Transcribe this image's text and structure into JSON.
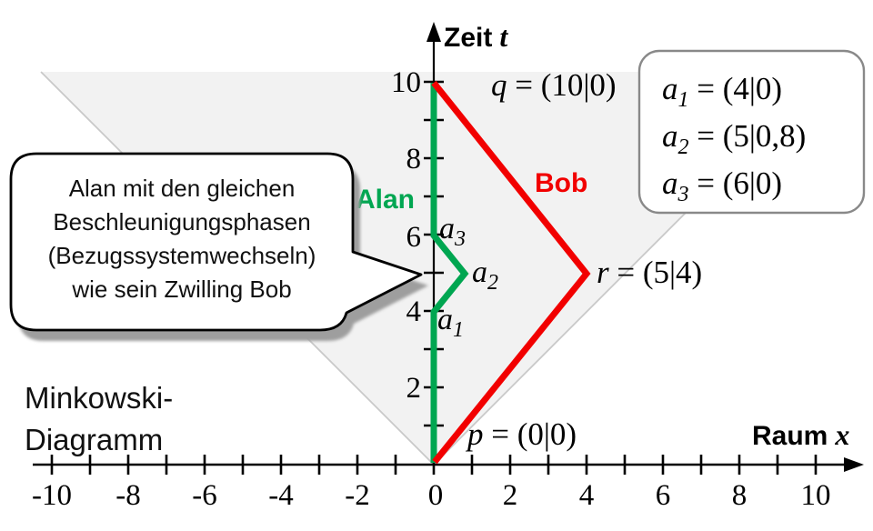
{
  "colors": {
    "alan_green": "#00A651",
    "bob_red": "#F20000",
    "cone_fill": "#F2F2F2",
    "cone_edge": "#C9C9C9",
    "bubble_shadow": "#9E9E9E",
    "box_border": "#898989"
  },
  "axes": {
    "x": {
      "title": "Raum",
      "title_var": "x",
      "tick_labels": [
        "-10",
        "-8",
        "-6",
        "-4",
        "-2",
        "0",
        "2",
        "4",
        "6",
        "8",
        "10"
      ]
    },
    "y": {
      "title": "Zeit",
      "title_var": "t",
      "tick_labels": [
        "2",
        "4",
        "6",
        "8",
        "10"
      ]
    }
  },
  "labels": {
    "alan": "Alan",
    "bob": "Bob",
    "p": {
      "var": "p",
      "rest": " = (0|0)"
    },
    "q": {
      "var": "q",
      "rest": " = (10|0)"
    },
    "r": {
      "var": "r",
      "rest": " = (5|4)"
    },
    "a1": {
      "var": "a",
      "sub": "1"
    },
    "a2": {
      "var": "a",
      "sub": "2"
    },
    "a3": {
      "var": "a",
      "sub": "3"
    }
  },
  "legend_box": {
    "items": [
      {
        "var": "a",
        "sub": "1",
        "rest": " = (4|0)"
      },
      {
        "var": "a",
        "sub": "2",
        "rest": " = (5|0,8)"
      },
      {
        "var": "a",
        "sub": "3",
        "rest": " = (6|0)"
      }
    ]
  },
  "speech_bubble": {
    "lines": [
      "Alan mit den gleichen",
      "Beschleunigungsphasen",
      "(Bezugssystemwechseln)",
      "wie sein Zwilling Bob"
    ]
  },
  "caption": {
    "line1": "Minkowski-",
    "line2": "Diagramm"
  },
  "chart_data": {
    "type": "line",
    "title": "Minkowski-Diagramm",
    "xlabel": "Raum x",
    "ylabel": "Zeit t",
    "x_range": [
      -10,
      10
    ],
    "t_range": [
      0,
      10
    ],
    "coordinate_convention": "(t|x)",
    "grid": false,
    "series": [
      {
        "name": "Alan",
        "color": "#00A651",
        "points_tx": [
          [
            0,
            0
          ],
          [
            4,
            0
          ],
          [
            5,
            0.8
          ],
          [
            6,
            0
          ],
          [
            10,
            0
          ]
        ]
      },
      {
        "name": "Bob",
        "color": "#F20000",
        "points_tx": [
          [
            0,
            0
          ],
          [
            5,
            4
          ],
          [
            10,
            0
          ]
        ]
      }
    ],
    "points": {
      "p": [
        0,
        0
      ],
      "q": [
        10,
        0
      ],
      "r": [
        5,
        4
      ],
      "a1": [
        4,
        0
      ],
      "a2": [
        5,
        0.8
      ],
      "a3": [
        6,
        0
      ]
    },
    "shaded_region": "future light cone of p: t >= |x|"
  }
}
